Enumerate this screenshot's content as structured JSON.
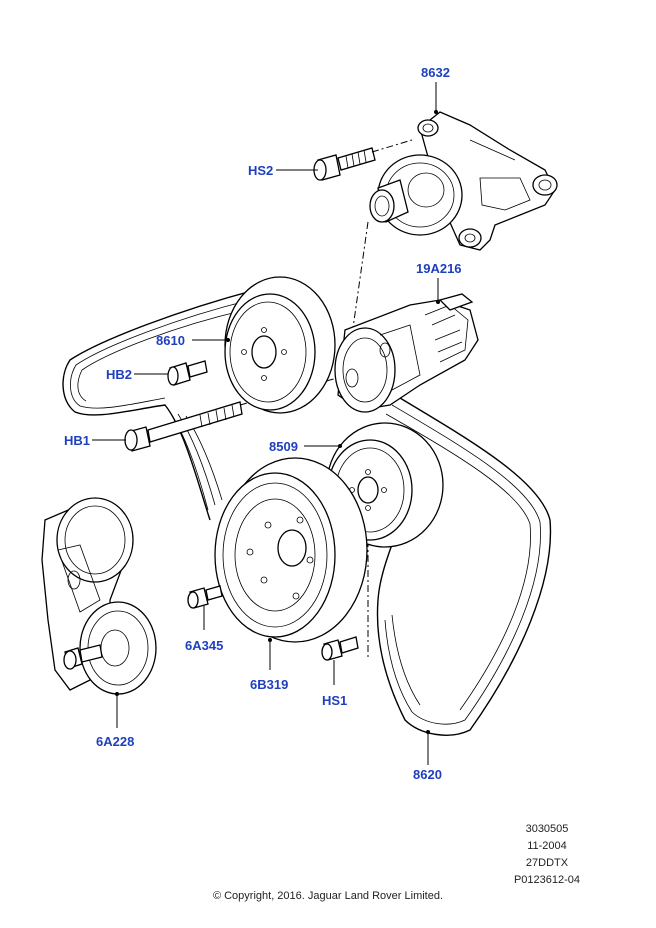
{
  "callouts": {
    "p8632": "8632",
    "hs2": "HS2",
    "p19a216": "19A216",
    "p8610": "8610",
    "hb2": "HB2",
    "hb1": "HB1",
    "p8509": "8509",
    "p6a345": "6A345",
    "p6b319": "6B319",
    "hs1": "HS1",
    "p6a228": "6A228",
    "p8620": "8620"
  },
  "meta": {
    "line1": "3030505",
    "line2": "11-2004",
    "line3": "27DDTX",
    "line4": "P0123612-04"
  },
  "copyright": "© Copyright, 2016. Jaguar Land Rover Limited.",
  "colors": {
    "callout": "#1f3fbf",
    "line": "#000000"
  }
}
